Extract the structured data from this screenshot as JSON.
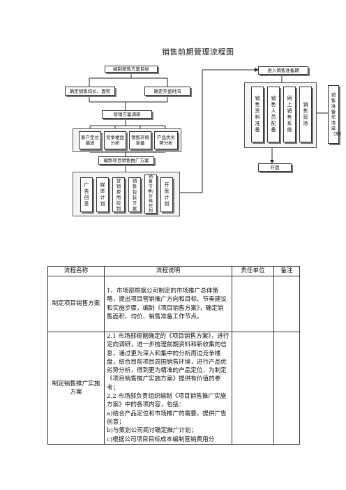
{
  "diagram": {
    "title": "销售前期管理流程图",
    "nodes": {
      "plan_goal": "编制销售方案目标",
      "price": "确定销售均价、面积",
      "open_time": "确定开盘时间",
      "research": "营销方案调研",
      "c1": "客户定位描述",
      "c2": "竞争楼盘分析",
      "c3": "销售环境准备",
      "c4": "产品优劣势分析",
      "promo": "编制项目销售推广方案",
      "p1": "广告创意",
      "p2": "媒体计划",
      "p3": "营销费用控制",
      "p4": "销售包装方案",
      "p5": "销售节奏/价格控制",
      "p6": "开盘计划",
      "enter_prep": "进入销售准备期",
      "s1": "销售资料准备",
      "s2": "销售人员配备",
      "s3": "网上销售系统",
      "s4": "销售现场",
      "opening": "开盘",
      "side": "销售准备作清单（附）"
    }
  },
  "table": {
    "headers": [
      "流程名称",
      "流程说明",
      "责任单位",
      "备注"
    ],
    "rows": [
      {
        "name": "制定项目销售方案",
        "lines": [
          "1、市场部根据公司制定的市场推广总体策略，提出项目营销推广方向和目标、节奏建议和实施步骤，编制《项目销售方案》，确定销售面积、均价、销售准备工作节点。"
        ]
      },
      {
        "name": "制定销售推广实施方案",
        "lines": [
          "2.1 市场部根据确定的《项目销售方案》，进行定向调研，进一步梳理前期资料和新收集的信息，通过更为深入和集中的分析周边竞争楼盘，结合目前项目周围销售环境，进行产品优劣势分析，得到更为精准的产品定位，为制定《项目销售推广实施方案》提供有价值的参考；",
          "2.2 市场部负责组织编制《项目销售推广实施方案》中的各项内容，包括：",
          "a)结合产品定位和市场推广的需要，提供广告创意；",
          "b)与策划公司商讨确定推广计划；",
          "c)根据公司项目目标成本编制营销费用分"
        ]
      }
    ]
  }
}
